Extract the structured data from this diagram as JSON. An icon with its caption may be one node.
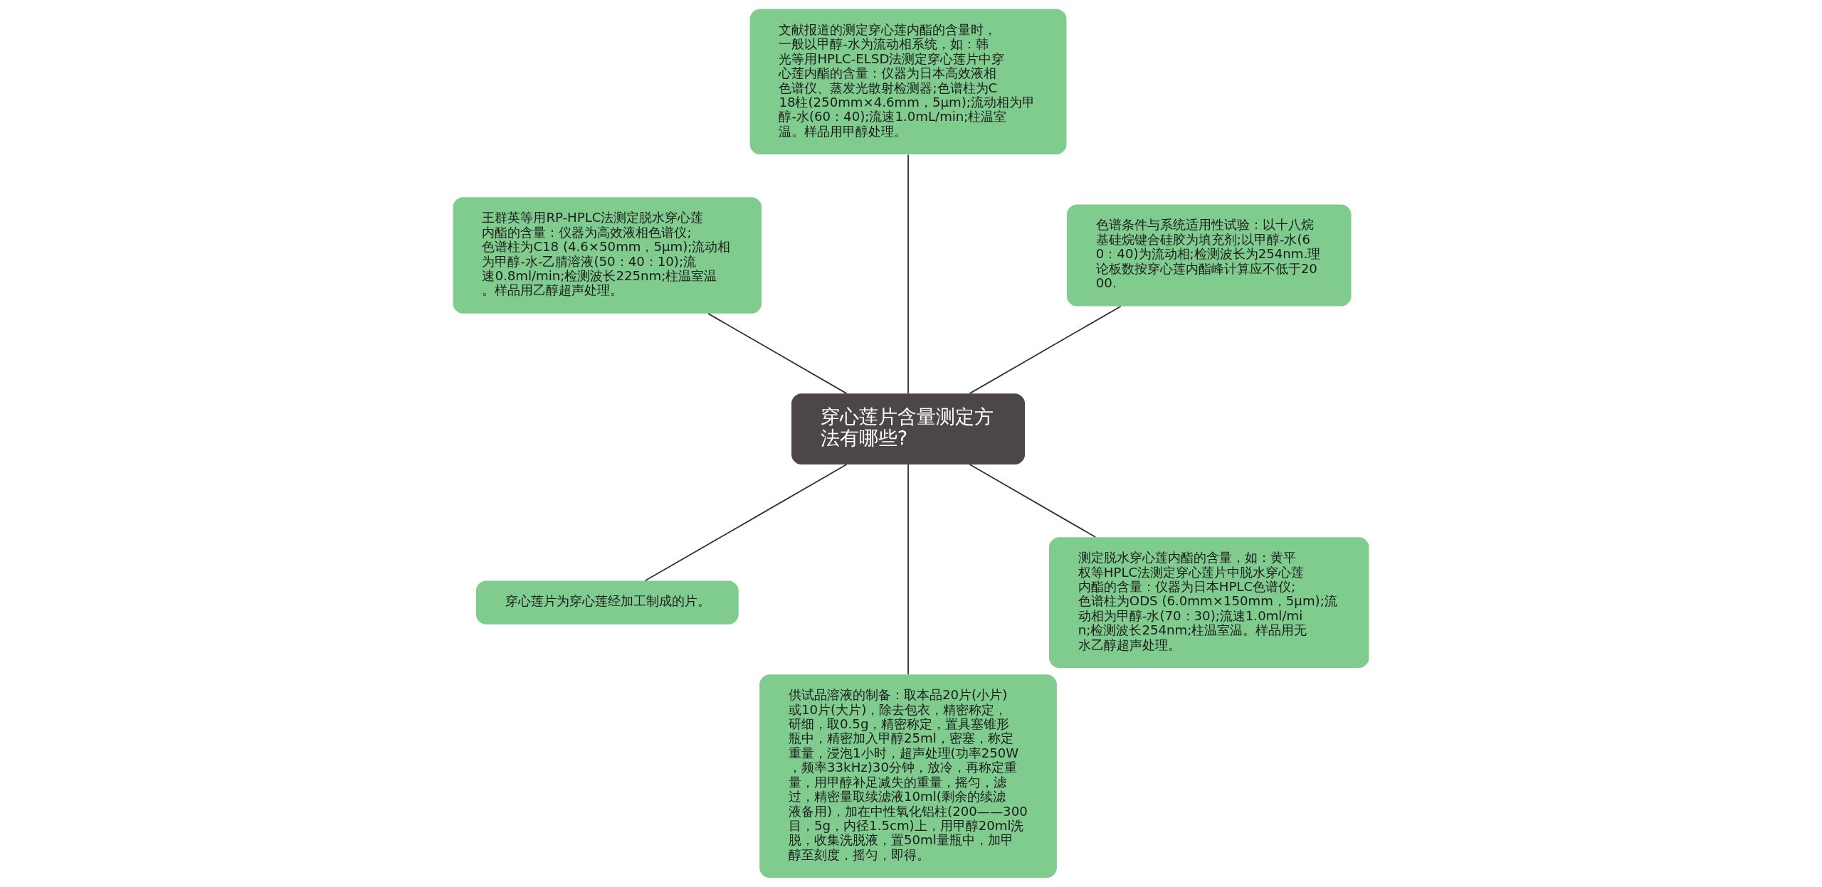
{
  "diagram": {
    "nodes": [
      {
        "text": [
          "穿心莲片含量测定方法有哪些?"
        ]
      },
      {
        "text": [
          "色谱条件与系统适用性试验：以十八烷基硅烷键合硅胶为填充剂;以甲醇-水(60：40)为流动相;检测波长为254nm.理论板数按穿心莲内酯峰计算应不低于2000."
        ]
      },
      {
        "text": [
          "文献报道的测定穿心莲内酯的含量时，一般以甲醇-水为流动相系统，如：韩光等用HPLC-ELSD法测定穿心莲片中穿心莲内酯的含量：仪器为日本高效液相色谱仪、蒸发光散射检测器;色谱柱为C18柱(250mm×4.6mm，5μm);流动相为甲醇-水(60：40);流速1.0mL/min;柱温室温。样品用甲醇处理。"
        ]
      },
      {
        "text": [
          "王群英等用RP-HPLC法测定脱水穿心莲内酯的含量：仪器为高效液相色谱仪;色谱柱为C18 (4.6×50mm，5μm);流动相为甲醇-水-乙腈溶液(50：40：10);流速0.8ml/min;检测波长225nm;柱温室温。样品用乙醇超声处理。"
        ]
      },
      {
        "text": [
          "穿心莲片为穿心莲经加工制成的片。"
        ]
      },
      {
        "text": [
          "供试品溶液的制备：取本品20片(小片)或10片(大片)，除去包衣，精密称定，研细，取0.5g，精密称定，置具塞锥形瓶中，精密加入甲醇25ml，密塞，称定重量，浸泡1小时，超声处理(功率250W，频率33kHz)30分钟，放冷，再称定重量，用甲醇补足减失的重量，摇匀，滤过，精密量取续滤液10ml(剩余的续滤液备用)，加在中性氧化铝柱(200——300目，5g，内径1.5cm)上，用甲醇20ml洗脱，收集洗脱液，置50ml量瓶中，加甲醇至刻度，摇匀，即得。"
        ]
      },
      {
        "text": [
          "测定脱水穿心莲内酯的含量，如：黄平权等HPLC法测定穿心莲片中脱水穿心莲内酯的含量：仪器为日本HPLC色谱仪;色谱柱为ODS (6.0mm×150mm，5μm);流动相为甲醇-水(70：30);流速1.0ml/min;检测波长254nm;柱温室温。样品用无水乙醇超声处理。"
        ]
      }
    ],
    "edges": [
      {
        "from": 0,
        "to": 1,
        "arrow": "none"
      },
      {
        "from": 0,
        "to": 2,
        "arrow": "none"
      },
      {
        "from": 0,
        "to": 3,
        "arrow": "none"
      },
      {
        "from": 0,
        "to": 4,
        "arrow": "none"
      },
      {
        "from": 0,
        "to": 5,
        "arrow": "none"
      },
      {
        "from": 0,
        "to": 6,
        "arrow": "none"
      }
    ]
  }
}
